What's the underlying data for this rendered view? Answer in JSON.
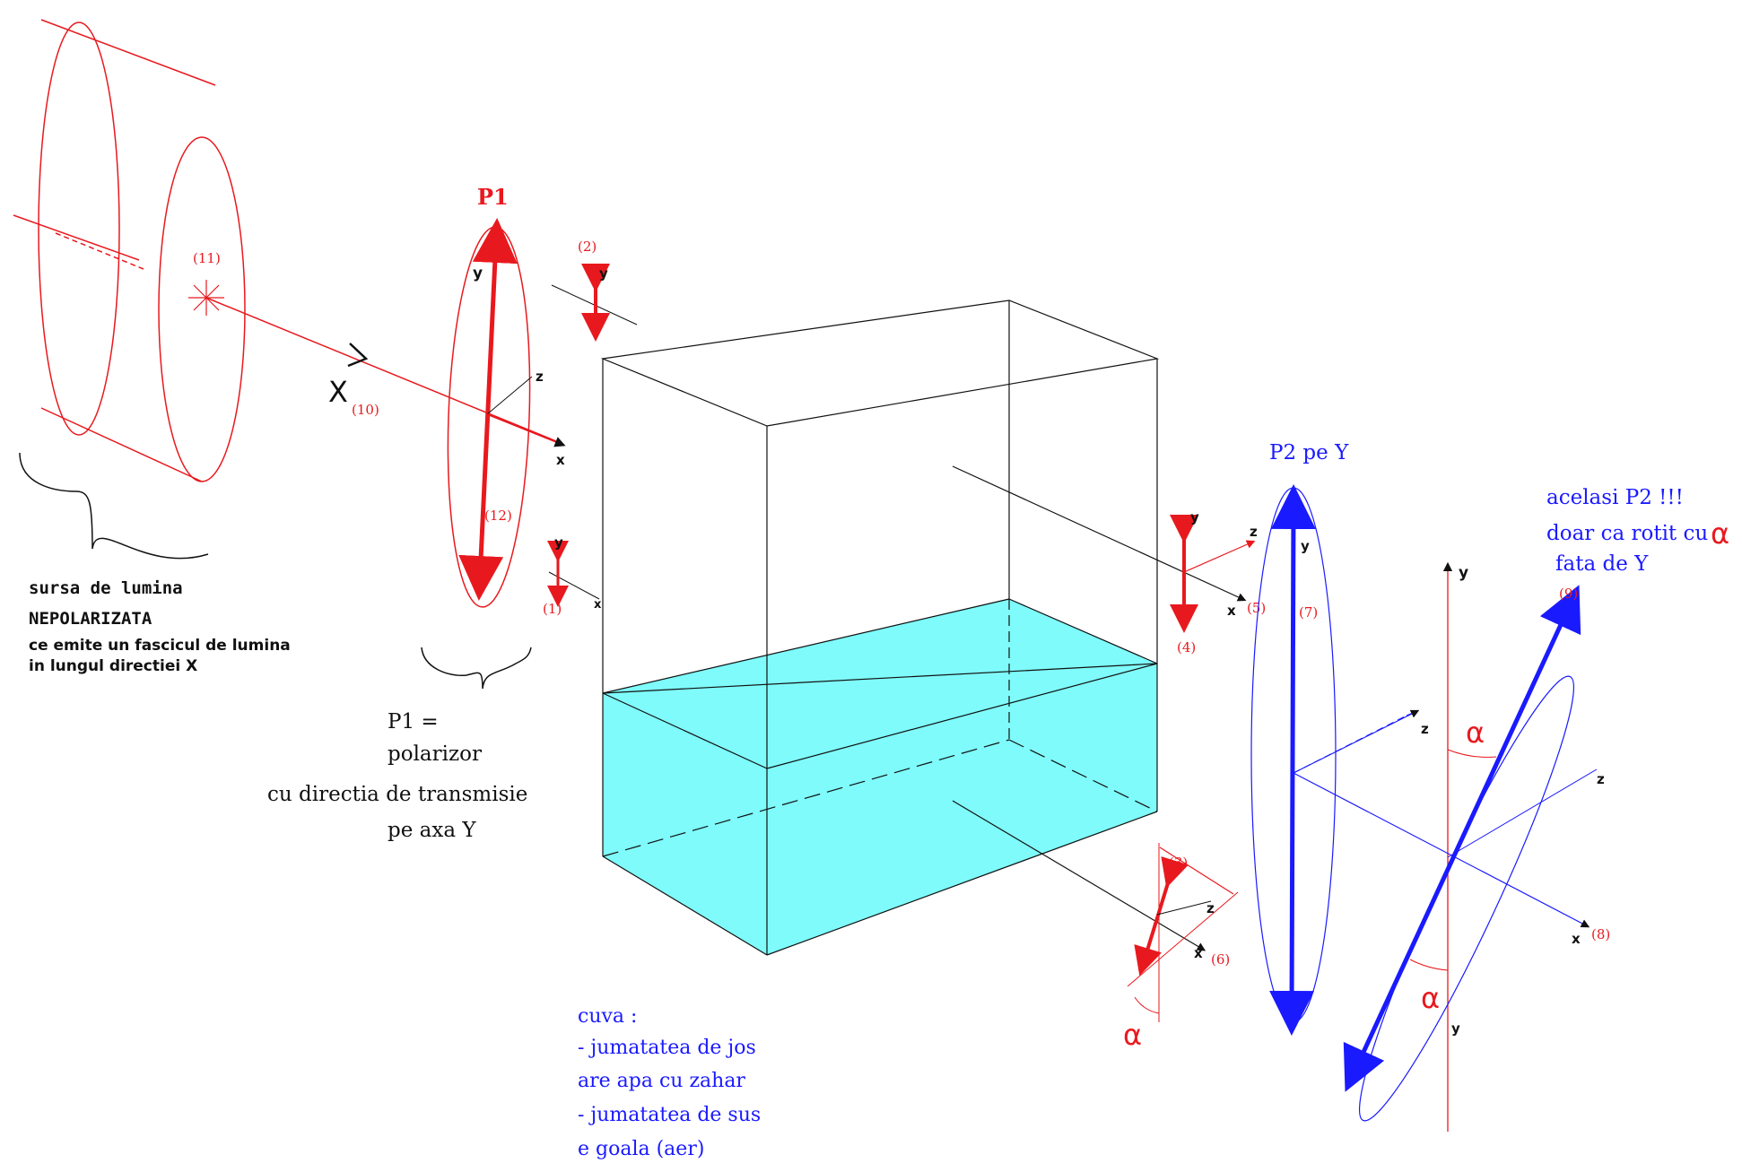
{
  "colors": {
    "red": "#e8191e",
    "blue": "#1a1aff",
    "black": "#111111",
    "water": "#7ffbfb"
  },
  "labels": {
    "p1_title": "P1",
    "p2_title": "P2 pe Y",
    "same_p2_line1": "acelasi P2   !!!",
    "same_p2_line2": "doar ca rotit cu",
    "same_p2_line3": "fata de Y",
    "alpha": "α",
    "source_line1": "sursa de lumina",
    "source_line2": "NEPOLARIZATA",
    "source_line3": "ce emite un fascicul de lumina",
    "source_line4": "in lungul directiei X",
    "p1_desc_line1": "P1 =",
    "p1_desc_line2": "polarizor",
    "p1_desc_line3": "cu directia de transmisie",
    "p1_desc_line4": "pe axa Y",
    "cuvette_line1": "cuva :",
    "cuvette_line2": " - jumatatea de jos",
    "cuvette_line3": "are apa cu zahar",
    "cuvette_line4": "- jumatatea de sus",
    "cuvette_line5": "e goala (aer)",
    "axis_x": "x",
    "axis_y": "y",
    "axis_z": "z",
    "axis_X_big": "X"
  },
  "markers": {
    "m1": "(1)",
    "m2": "(2)",
    "m3": "(3)",
    "m4": "(4)",
    "m5": "(5)",
    "m6": "(6)",
    "m7": "(7)",
    "m8": "(8)",
    "m9": "(9)",
    "m10": "(10)",
    "m11": "(11)",
    "m12": "(12)"
  }
}
